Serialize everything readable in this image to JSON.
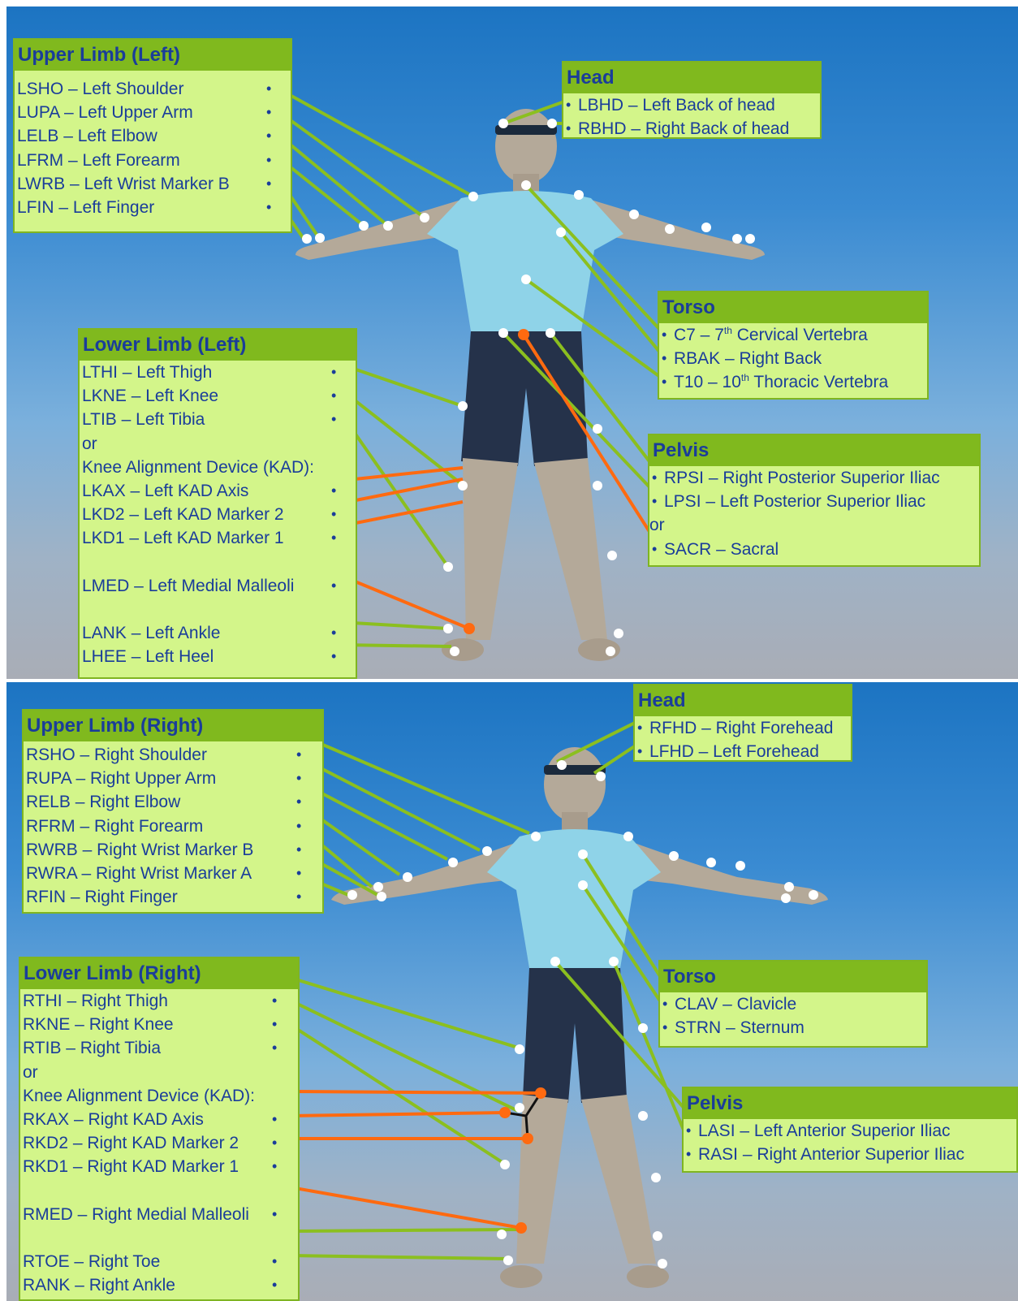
{
  "back_view": {
    "upper_limb": {
      "title": "Upper Limb (Left)",
      "items": [
        "LSHO – Left Shoulder",
        "LUPA – Left Upper Arm",
        "LELB – Left Elbow",
        "LFRM – Left Forearm",
        "LWRB – Left Wrist Marker B",
        "LFIN – Left Finger"
      ]
    },
    "head": {
      "title": "Head",
      "items": [
        "LBHD – Left Back of head",
        "RBHD – Right Back of head"
      ]
    },
    "torso": {
      "title": "Torso",
      "c7": {
        "pre": "C7 – 7",
        "sup": "th",
        "post": " Cervical Vertebra"
      },
      "rbak": "RBAK – Right Back",
      "t10": {
        "pre": "T10 – 10",
        "sup": "th",
        "post": " Thoracic Vertebra"
      }
    },
    "lower_limb": {
      "title": "Lower Limb (Left)",
      "lthi": "LTHI – Left Thigh",
      "lkne": "LKNE – Left Knee",
      "ltib": "LTIB – Left Tibia",
      "or": "or",
      "kad": "Knee Alignment Device (KAD):",
      "lkax": "LKAX – Left KAD Axis",
      "lkd2": "LKD2 – Left KAD Marker 2",
      "lkd1": "LKD1 – Left KAD Marker 1",
      "lmed": "LMED – Left Medial Malleoli",
      "lank": "LANK – Left Ankle",
      "lhee": "LHEE – Left Heel"
    },
    "pelvis": {
      "title": "Pelvis",
      "rpsi": "RPSI  – Right Posterior Superior Iliac",
      "lpsi": "LPSI  – Left  Posterior Superior Iliac",
      "or": "or",
      "sacr": "SACR – Sacral"
    }
  },
  "front_view": {
    "upper_limb": {
      "title": "Upper Limb (Right)",
      "items": [
        "RSHO – Right Shoulder",
        "RUPA – Right Upper Arm",
        "RELB – Right Elbow",
        "RFRM – Right Forearm",
        "RWRB – Right Wrist Marker B",
        "RWRA – Right Wrist Marker A",
        "RFIN – Right Finger"
      ]
    },
    "head": {
      "title": "Head",
      "items": [
        "RFHD – Right Forehead",
        "LFHD – Left Forehead"
      ]
    },
    "torso": {
      "title": "Torso",
      "items": [
        "CLAV – Clavicle",
        "STRN – Sternum"
      ]
    },
    "lower_limb": {
      "title": "Lower Limb (Right)",
      "rthi": "RTHI – Right Thigh",
      "rkne": "RKNE – Right Knee",
      "rtib": "RTIB – Right Tibia",
      "or": "or",
      "kad": "Knee Alignment Device (KAD):",
      "rkax": "RKAX – Right KAD Axis",
      "rkd2": "RKD2 – Right KAD Marker 2",
      "rkd1": "RKD1 – Right KAD Marker 1",
      "rmed": "RMED – Right Medial Malleoli",
      "rtoe": "RTOE – Right Toe",
      "rank": "RANK – Right Ankle"
    },
    "pelvis": {
      "title": "Pelvis",
      "items": [
        "LASI – Left Anterior Superior Iliac",
        "RASI – Right Anterior Superior Iliac"
      ]
    }
  },
  "colors": {
    "label_fill": "#d3f58a",
    "header_fill": "#80b91e",
    "text": "#1a3d9a",
    "leader_green": "#8bbf1f",
    "leader_orange": "#ff6a10",
    "marker": "#ffffff"
  },
  "bullet": "•"
}
